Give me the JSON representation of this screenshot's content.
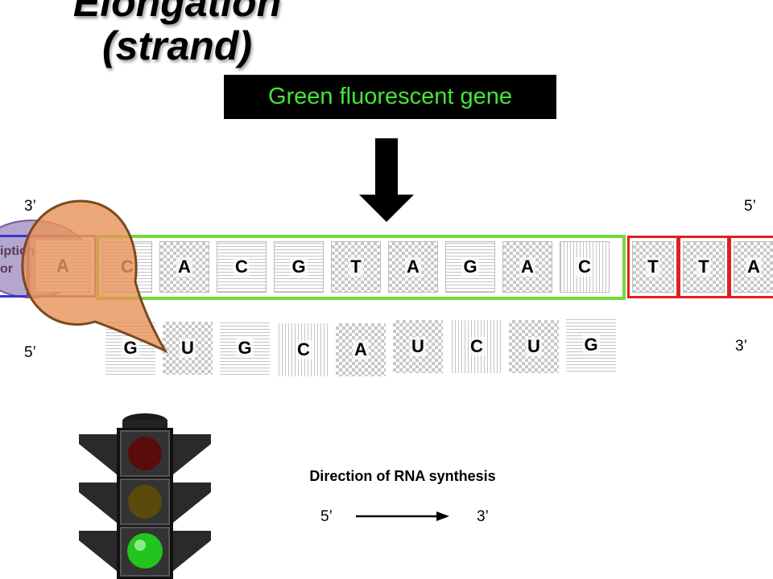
{
  "title": {
    "line1": "Elongation",
    "line2": "(strand)"
  },
  "gene_label": "Green fluorescent gene",
  "labels": {
    "top_left": "3’",
    "top_right": "5’",
    "bottom_left": "5’",
    "bottom_right": "3’"
  },
  "factor_label": {
    "line1": "iption",
    "line2": "or"
  },
  "promoter_tile": "A",
  "dna_gene_tiles": [
    "C",
    "A",
    "C",
    "G",
    "T",
    "A",
    "G",
    "A",
    "C"
  ],
  "dna_terminator_tiles": [
    "T",
    "T",
    "A"
  ],
  "rna_tiles": [
    "G",
    "U",
    "G",
    "C",
    "A",
    "U",
    "C",
    "U",
    "G"
  ],
  "direction": {
    "title": "Direction of RNA synthesis",
    "from": "5’",
    "to": "3’"
  },
  "traffic_light": {
    "active": "green"
  },
  "colors": {
    "gene_box": "#72d93a",
    "terminator_box": "#e02020",
    "gene_label_text": "#44e636",
    "polymerase": "#e8955a"
  }
}
